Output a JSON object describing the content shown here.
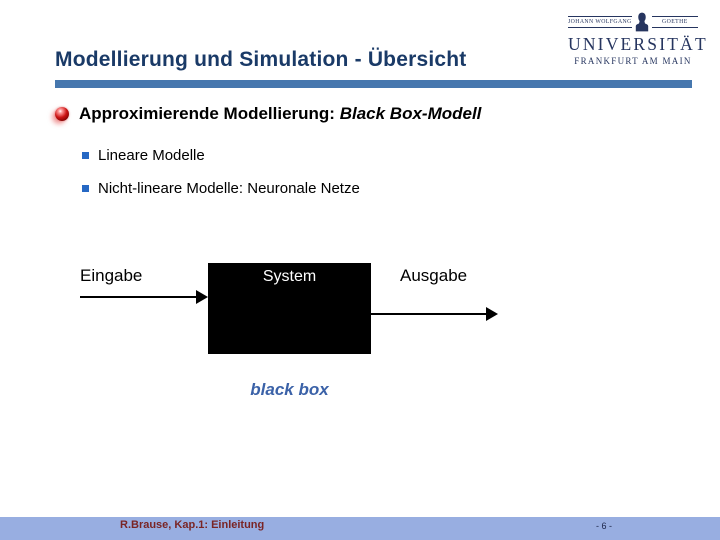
{
  "slide": {
    "title": "Modellierung und Simulation - Übersicht"
  },
  "logo": {
    "line1_left": "JOHANN WOLFGANG",
    "line1_right": "GOETHE",
    "line2": "UNIVERSITÄT",
    "line3": "FRANKFURT AM MAIN"
  },
  "content": {
    "bullet": {
      "prefix": "Approximierende Modellierung: ",
      "emphasis": "Black Box-Modell"
    },
    "sub_bullets": [
      "Lineare Modelle",
      "Nicht-lineare Modelle: Neuronale Netze"
    ]
  },
  "diagram": {
    "input_label": "Eingabe",
    "box_label": "System",
    "output_label": "Ausgabe",
    "caption": "black box"
  },
  "footer": {
    "left": "R.Brause, Kap.1: Einleitung",
    "page": "- 6 -"
  },
  "colors": {
    "title_text": "#1A3A67",
    "title_bar": "#4677AE",
    "logo_navy": "#26355F",
    "bullet_ball_red": "#CC1414",
    "sub_bullet_blue": "#2668C4",
    "caption_blue": "#3B62A8",
    "footer_bar": "#98AEE1",
    "footer_text": "#7A2525",
    "box_fill": "#000000"
  }
}
